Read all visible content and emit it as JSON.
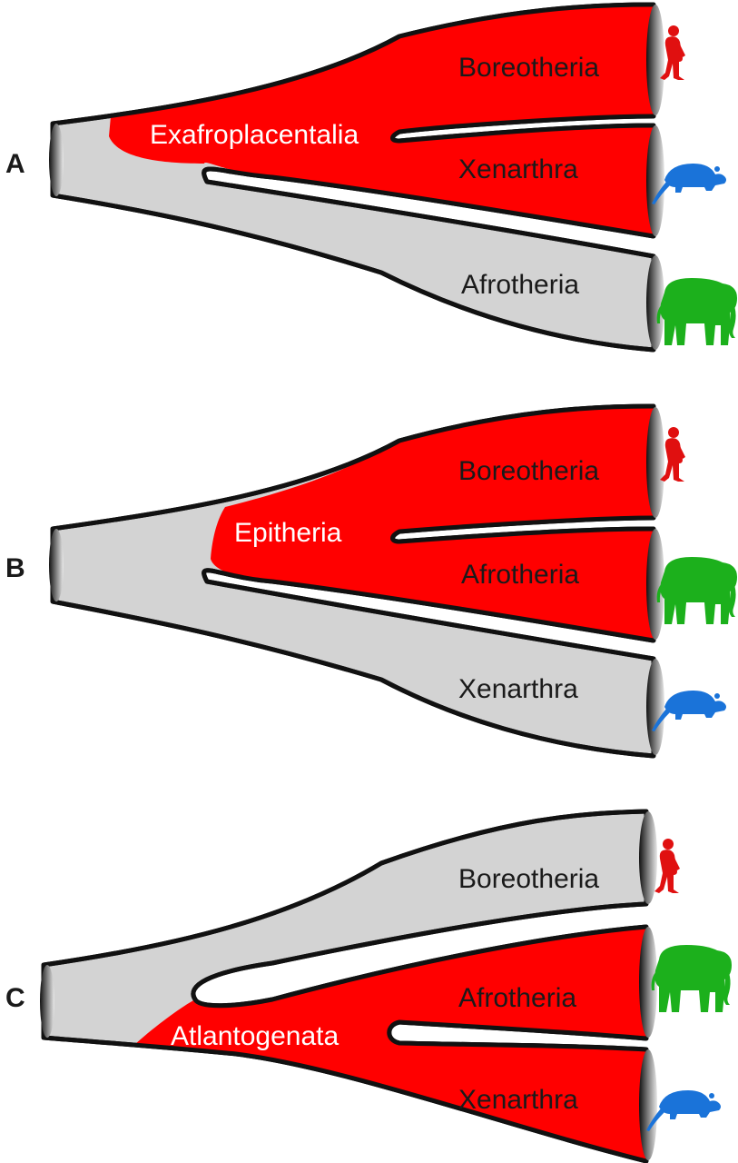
{
  "colors": {
    "highlight": "#ff0000",
    "base": "#d3d3d3",
    "outline": "#111111",
    "human": "#e01010",
    "elephant": "#1cb01c",
    "armadillo": "#1a73d9"
  },
  "panels": [
    {
      "letter": "A",
      "node_label": "Exafroplacentalia",
      "tips": [
        {
          "label": "Boreotheria",
          "icon": "human-icon"
        },
        {
          "label": "Xenarthra",
          "icon": "armadillo-icon"
        },
        {
          "label": "Afrotheria",
          "icon": "elephant-icon"
        }
      ]
    },
    {
      "letter": "B",
      "node_label": "Epitheria",
      "tips": [
        {
          "label": "Boreotheria",
          "icon": "human-icon"
        },
        {
          "label": "Afrotheria",
          "icon": "elephant-icon"
        },
        {
          "label": "Xenarthra",
          "icon": "armadillo-icon"
        }
      ]
    },
    {
      "letter": "C",
      "node_label": "Atlantogenata",
      "tips": [
        {
          "label": "Boreotheria",
          "icon": "human-icon"
        },
        {
          "label": "Afrotheria",
          "icon": "elephant-icon"
        },
        {
          "label": "Xenarthra",
          "icon": "armadillo-icon"
        }
      ]
    }
  ]
}
